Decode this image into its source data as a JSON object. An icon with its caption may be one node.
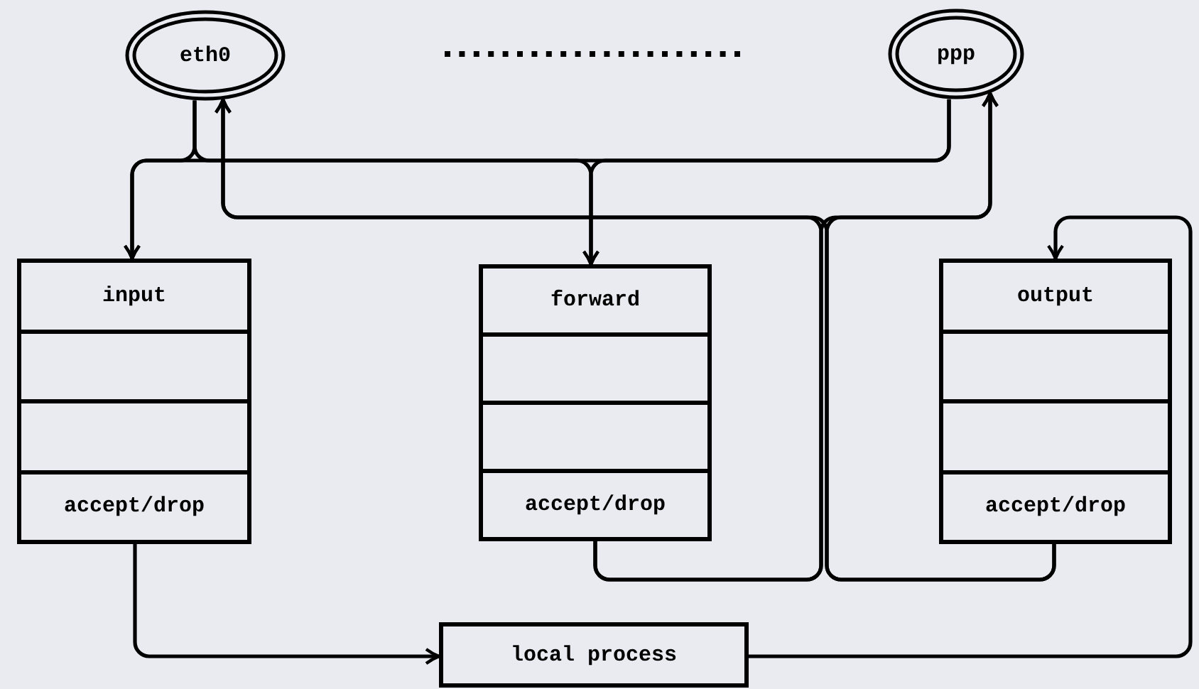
{
  "diagram": {
    "nodes": [
      {
        "text": [
          "eth0"
        ]
      },
      {
        "text": [
          "ppp"
        ]
      },
      {
        "text": [
          "input",
          "accept/drop"
        ]
      },
      {
        "text": [
          "forward",
          "accept/drop"
        ]
      },
      {
        "text": [
          "output",
          "accept/drop"
        ]
      },
      {
        "text": [
          "local process"
        ]
      }
    ],
    "edges": [
      {
        "from": 0,
        "to": 2,
        "arrow": "to"
      },
      {
        "from": 0,
        "to": 3,
        "arrow": "to"
      },
      {
        "from": 1,
        "to": 2,
        "arrow": "to"
      },
      {
        "from": 1,
        "to": 3,
        "arrow": "to"
      },
      {
        "from": 3,
        "to": 0,
        "arrow": "to"
      },
      {
        "from": 3,
        "to": 1,
        "arrow": "to"
      },
      {
        "from": 4,
        "to": 0,
        "arrow": "to"
      },
      {
        "from": 4,
        "to": 1,
        "arrow": "to"
      },
      {
        "from": 2,
        "to": 5,
        "arrow": "to"
      },
      {
        "from": 5,
        "to": 4,
        "arrow": "to"
      }
    ]
  }
}
